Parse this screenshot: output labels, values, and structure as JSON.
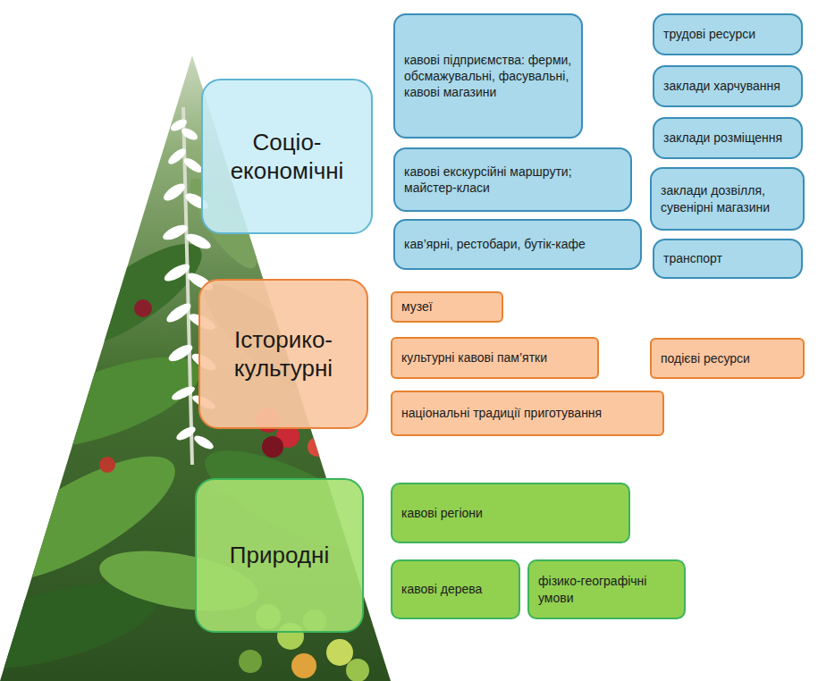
{
  "diagram": {
    "nodes": [
      {
        "text": [
          "Соціо- економічні"
        ]
      },
      {
        "text": [
          "кавові підприємства: ферми, обсмажувальні, фасувальні, кавові магазини"
        ]
      },
      {
        "text": [
          "кавові екскурсійні маршрути; майстер-класи"
        ]
      },
      {
        "text": [
          "кав’ярні, рестобари, бутік-кафе"
        ]
      },
      {
        "text": [
          "трудові ресурси"
        ]
      },
      {
        "text": [
          "заклади харчування"
        ]
      },
      {
        "text": [
          "заклади розміщення"
        ]
      },
      {
        "text": [
          "заклади дозвілля, сувенірні магазини"
        ]
      },
      {
        "text": [
          "транспорт"
        ]
      },
      {
        "text": [
          "Історико- культурні"
        ]
      },
      {
        "text": [
          "музеї"
        ]
      },
      {
        "text": [
          "культурні кавові пам’ятки"
        ]
      },
      {
        "text": [
          "подієві ресурси"
        ]
      },
      {
        "text": [
          "національні традиції приготування"
        ]
      },
      {
        "text": [
          "Природні"
        ]
      },
      {
        "text": [
          "кавові регіони"
        ]
      },
      {
        "text": [
          "кавові дерева"
        ]
      },
      {
        "text": [
          "фізико-географічні умови"
        ]
      }
    ]
  }
}
